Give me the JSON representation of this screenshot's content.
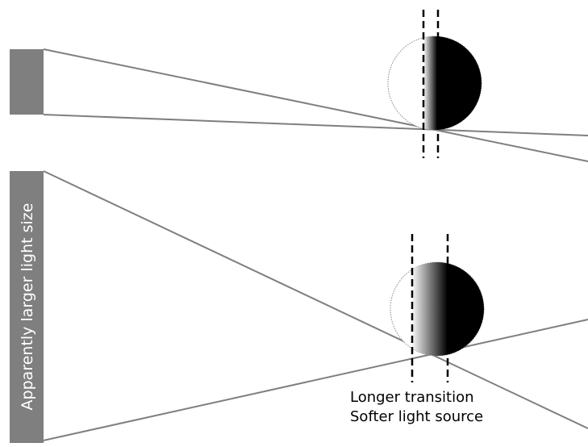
{
  "diagrams": {
    "top": {},
    "bottom": {
      "source_label": "Apparently larger light size",
      "caption_line1": "Longer transition",
      "caption_line2": "Softer light source"
    }
  },
  "colors": {
    "background": "#ffffff",
    "light_source": "#7f7f7f",
    "ray": "#7f7f7f",
    "shadow": "#000000",
    "label_text": "#ffffff",
    "caption_text": "#000000",
    "outline": "#888888"
  }
}
